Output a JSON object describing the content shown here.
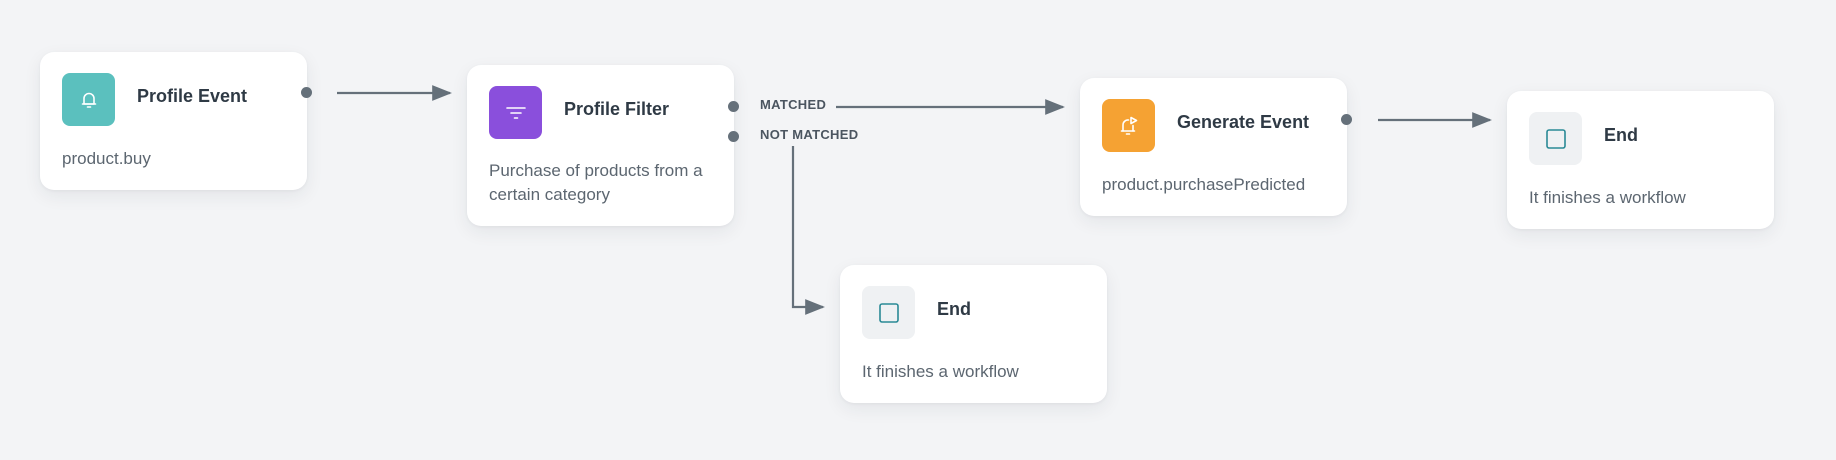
{
  "colors": {
    "profile_event_icon_bg": "#5bc0be",
    "profile_filter_icon_bg": "#8a4fdc",
    "generate_event_icon_bg": "#f5a233",
    "end_icon_bg": "#eff1f3",
    "end_icon_stroke": "#2a8a96",
    "edge": "#65707a"
  },
  "nodes": {
    "profile_event": {
      "title": "Profile Event",
      "description": "product.buy",
      "icon": "bell-icon"
    },
    "profile_filter": {
      "title": "Profile Filter",
      "description": "Purchase of products from a certain category",
      "icon": "filter-icon"
    },
    "generate_event": {
      "title": "Generate Event",
      "description": "product.purchasePredicted",
      "icon": "bell-play-icon"
    },
    "end_top": {
      "title": "End",
      "description": "It finishes a workflow",
      "icon": "square-icon"
    },
    "end_bottom": {
      "title": "End",
      "description": "It finishes a workflow",
      "icon": "square-icon"
    }
  },
  "branches": {
    "matched": "MATCHED",
    "not_matched": "NOT MATCHED"
  }
}
